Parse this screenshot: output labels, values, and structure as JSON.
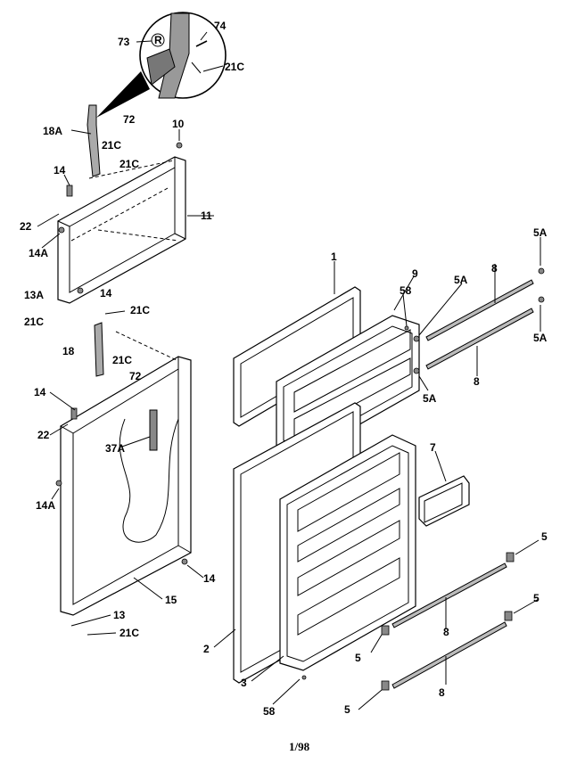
{
  "labels": {
    "l74": "74",
    "l73": "73",
    "l21c_inset": "21C",
    "l10": "10",
    "l72a": "72",
    "l18a": "18A",
    "l21c_a": "21C",
    "l21c_b": "21C",
    "l14a": "14",
    "l11": "11",
    "l22a": "22",
    "l14a_a": "14A",
    "l13a": "13A",
    "l14b": "14",
    "l21c_c": "21C",
    "l21c_d": "21C",
    "l18": "18",
    "l21c_e": "21C",
    "l72b": "72",
    "l14c": "14",
    "l22b": "22",
    "l37a": "37A",
    "l14a_b": "14A",
    "l14d": "14",
    "l15": "15",
    "l13": "13",
    "l21c_f": "21C",
    "l1": "1",
    "l9": "9",
    "l58a": "58",
    "l5a_a": "5A",
    "l8a": "8",
    "l5a_b": "5A",
    "l5a_c": "5A",
    "l8b": "8",
    "l5a_d": "5A",
    "l7": "7",
    "l5a": "5",
    "l8c": "8",
    "l5b": "5",
    "l5c": "5",
    "l8d": "8",
    "l5d": "5",
    "l2": "2",
    "l3": "3",
    "l58b": "58"
  },
  "footer": {
    "page": "1/98"
  }
}
